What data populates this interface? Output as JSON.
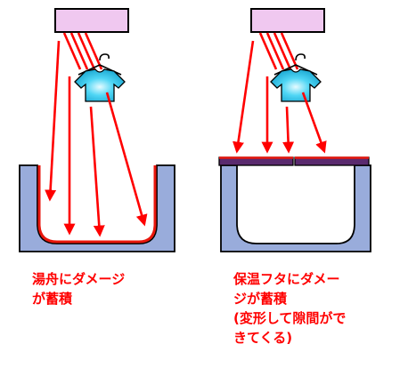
{
  "colors": {
    "heater": "#f0c8f0",
    "heater_stroke": "#000000",
    "heat_ray": "#ff0000",
    "tub_wall": "#99acdb",
    "tub_outline": "#000000",
    "tub_damage_lining": "#e8160c",
    "lid_fill": "#5a2a6e",
    "lid_damage": "#e8160c",
    "shirt_light": "#e6fbff",
    "shirt_mid": "#4fd6f5",
    "shirt_dark": "#17a3ce",
    "caption": "#ff0000"
  },
  "icons": [
    "heater-lamp-icon",
    "hanging-shirt-icon"
  ],
  "left_panel": {
    "caption_lines": [
      "湯舟にダメージ",
      "が蓄積"
    ]
  },
  "right_panel": {
    "caption_lines": [
      "保温フタにダメー",
      "ジが蓄積",
      "(変形して隙間がで",
      "きてくる)"
    ]
  }
}
